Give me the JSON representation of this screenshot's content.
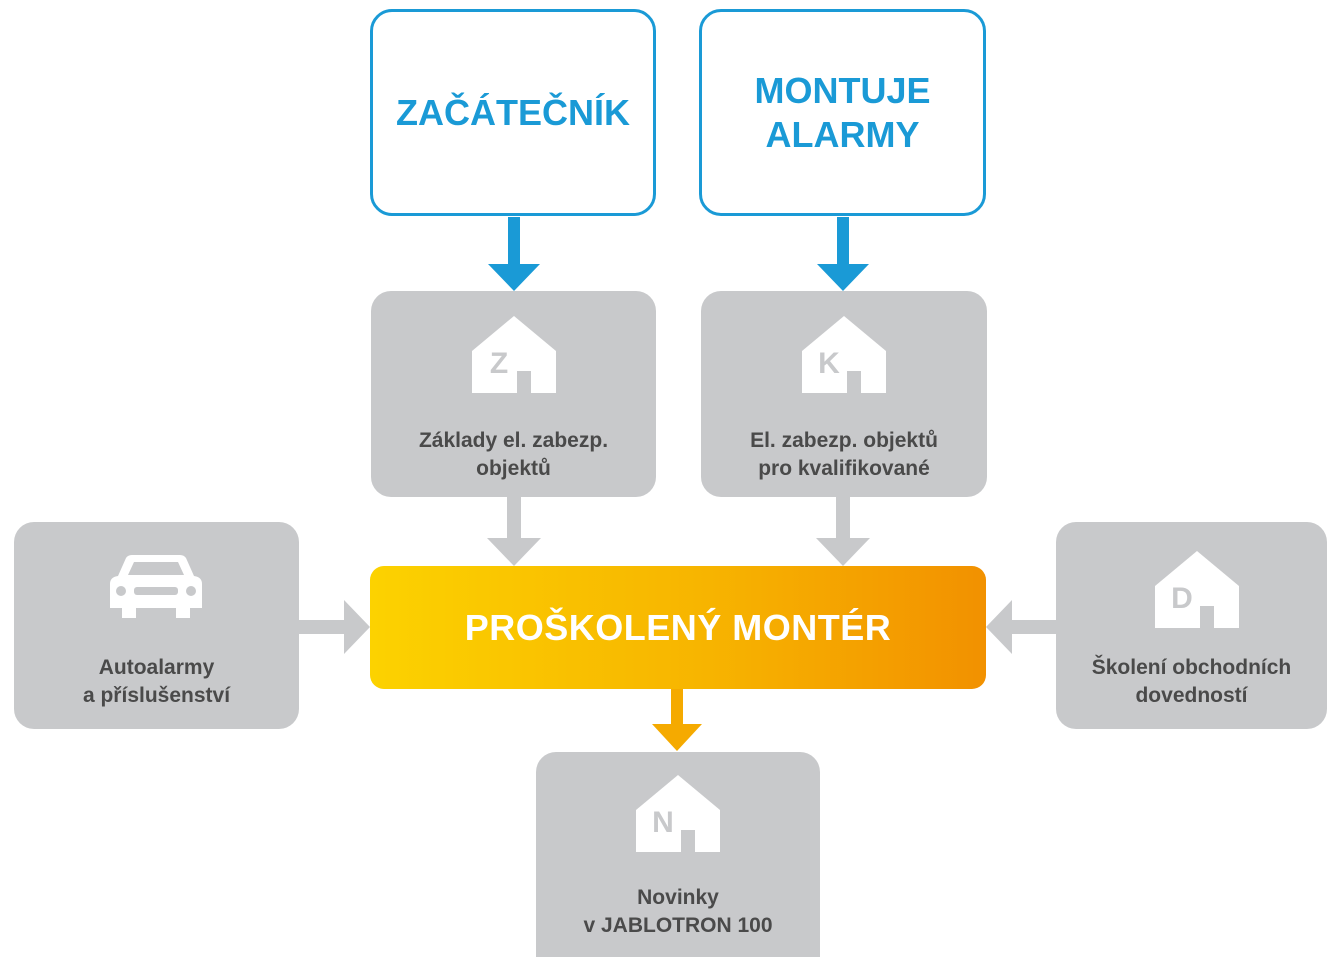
{
  "start_nodes": {
    "beginner": {
      "line1": "ZAČÁTEČNÍK",
      "line2": ""
    },
    "installer": {
      "line1": "MONTUJE",
      "line2": "ALARMY"
    }
  },
  "courses": {
    "z": {
      "icon_letter": "Z",
      "line1": "Základy el. zabezp.",
      "line2": "objektů"
    },
    "k": {
      "icon_letter": "K",
      "line1": "El. zabezp. objektů",
      "line2": "pro kvalifikované"
    },
    "auto": {
      "icon": "car-icon",
      "line1": "Autoalarmy",
      "line2": "a příslušenství"
    },
    "d": {
      "icon_letter": "D",
      "line1": "Školení obchodních",
      "line2": "dovedností"
    },
    "n": {
      "icon_letter": "N",
      "line1": "Novinky",
      "line2": "v JABLOTRON 100"
    }
  },
  "center": {
    "label": "PROŠKOLENÝ MONTÉR"
  },
  "colors": {
    "blue": "#1a9ad6",
    "gray_box": "#c8c9cb",
    "gray_arrow": "#c8c9cb",
    "gray_text": "#4a4a4a",
    "orange_start": "#fcd200",
    "orange_end": "#f29100"
  }
}
